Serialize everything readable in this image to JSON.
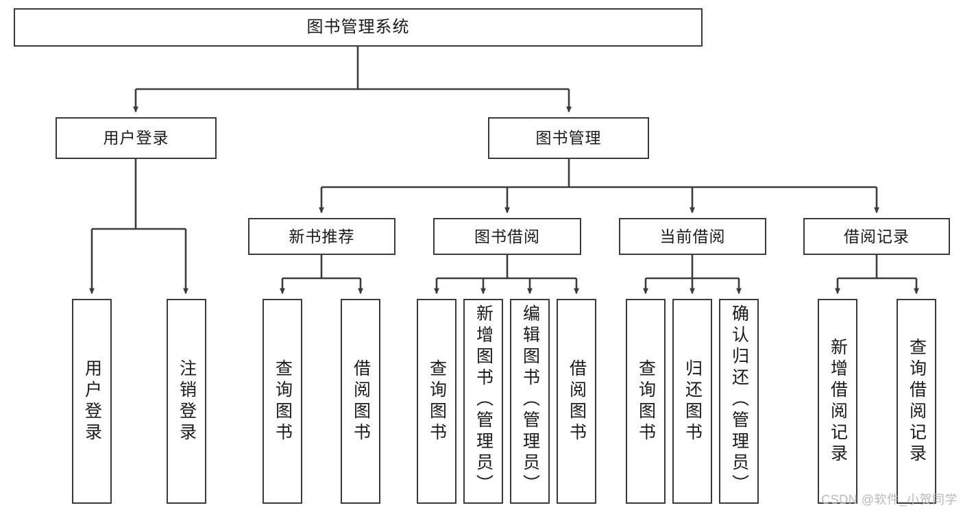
{
  "diagram": {
    "title": "图书管理系统",
    "type": "tree-hierarchy-diagram",
    "colors": {
      "box_border": "#3b3b3b",
      "box_fill": "#ffffff",
      "connector": "#3b3b3b",
      "text": "#1a1a1a",
      "watermark": "#b9b9b9"
    },
    "levels": {
      "root": "图书管理系统",
      "level2": [
        "用户登录",
        "图书管理"
      ],
      "level3": [
        "新书推荐",
        "图书借阅",
        "当前借阅",
        "借阅记录"
      ]
    },
    "nodes": {
      "root": {
        "label": "图书管理系统"
      },
      "user_login": {
        "label": "用户登录"
      },
      "book_manage": {
        "label": "图书管理"
      },
      "new_book_rec": {
        "label": "新书推荐"
      },
      "book_borrow": {
        "label": "图书借阅"
      },
      "current_borrow": {
        "label": "当前借阅"
      },
      "borrow_record": {
        "label": "借阅记录"
      }
    },
    "leaves": {
      "user_login": [
        {
          "label": "用户登录"
        },
        {
          "label": "注销登录"
        }
      ],
      "new_book_rec": [
        {
          "label": "查询图书"
        },
        {
          "label": "借阅图书"
        }
      ],
      "book_borrow": [
        {
          "label": "查询图书"
        },
        {
          "label": "新增图书（管理员）"
        },
        {
          "label": "编辑图书（管理员）"
        },
        {
          "label": "借阅图书"
        }
      ],
      "current_borrow": [
        {
          "label": "查询图书"
        },
        {
          "label": "归还图书"
        },
        {
          "label": "确认归还（管理员）"
        }
      ],
      "borrow_record": [
        {
          "label": "新增借阅记录"
        },
        {
          "label": "查询借阅记录"
        }
      ]
    },
    "watermark": "CSDN @软件_小贺同学"
  }
}
